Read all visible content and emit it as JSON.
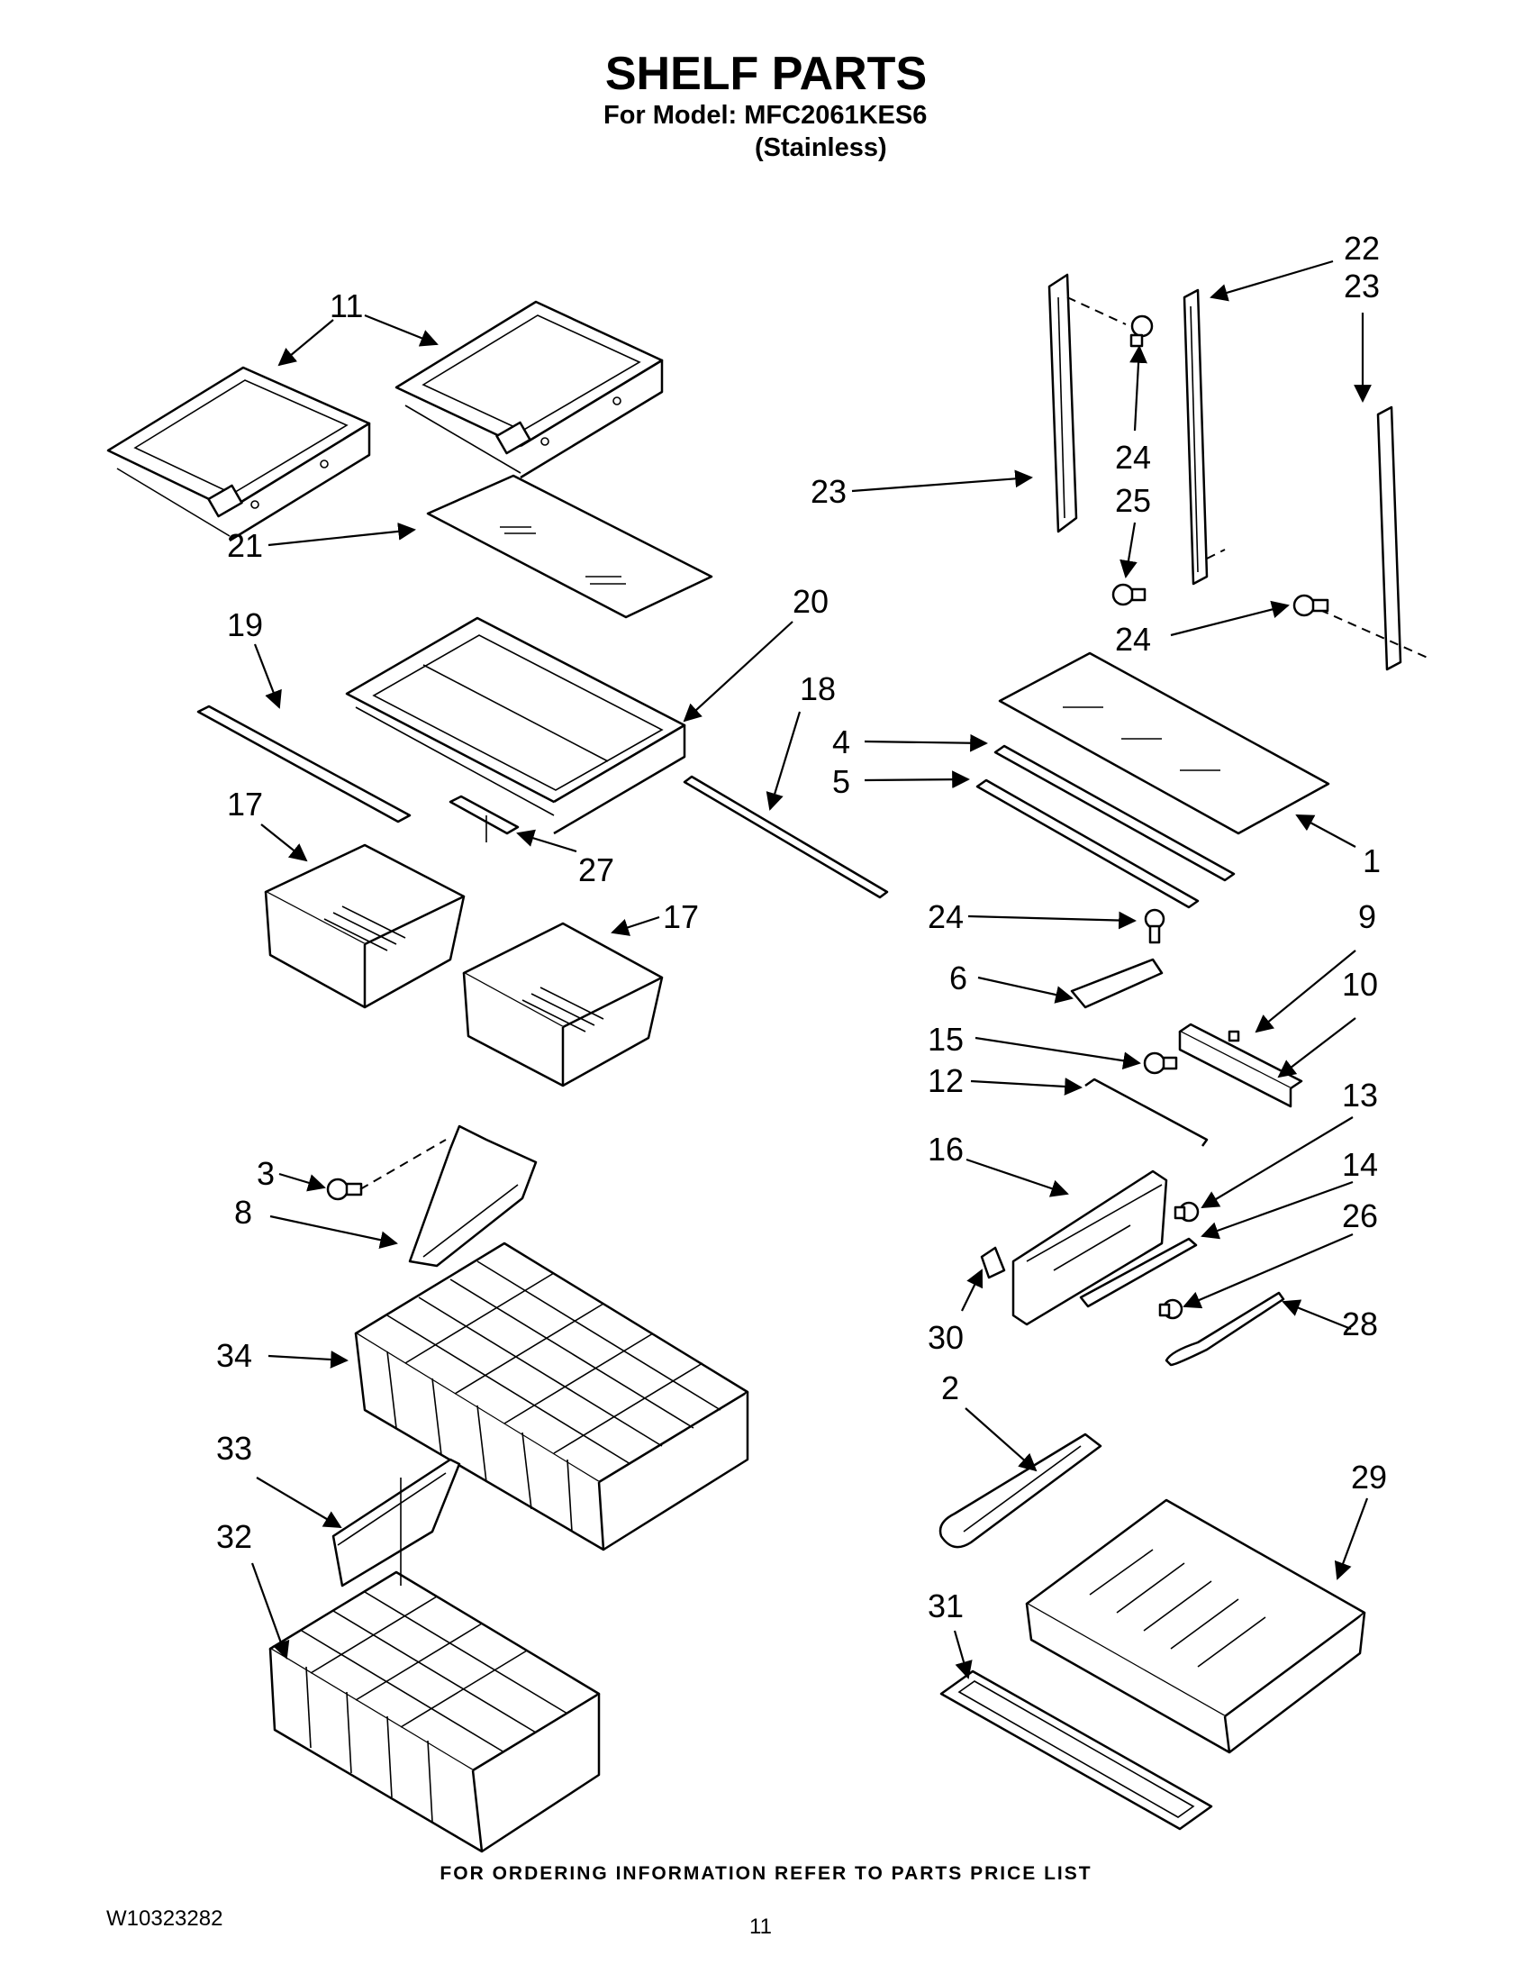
{
  "header": {
    "title": "SHELF PARTS",
    "model_line": "For Model: MFC2061KES6",
    "variant": "(Stainless)"
  },
  "callouts": {
    "c1": "1",
    "c2": "2",
    "c3": "3",
    "c4": "4",
    "c5": "5",
    "c6": "6",
    "c8": "8",
    "c9": "9",
    "c10": "10",
    "c11": "11",
    "c12": "12",
    "c13": "13",
    "c14": "14",
    "c15": "15",
    "c16": "16",
    "c17a": "17",
    "c17b": "17",
    "c18": "18",
    "c19": "19",
    "c20": "20",
    "c21": "21",
    "c22": "22",
    "c23a": "23",
    "c23b": "23",
    "c24a": "24",
    "c24b": "24",
    "c24c": "24",
    "c25": "25",
    "c26": "26",
    "c27": "27",
    "c28": "28",
    "c29": "29",
    "c30": "30",
    "c31": "31",
    "c32": "32",
    "c33": "33",
    "c34": "34"
  },
  "footer": {
    "note": "FOR ORDERING INFORMATION REFER TO PARTS PRICE LIST",
    "doc_number": "W10323282",
    "page_number": "11"
  }
}
